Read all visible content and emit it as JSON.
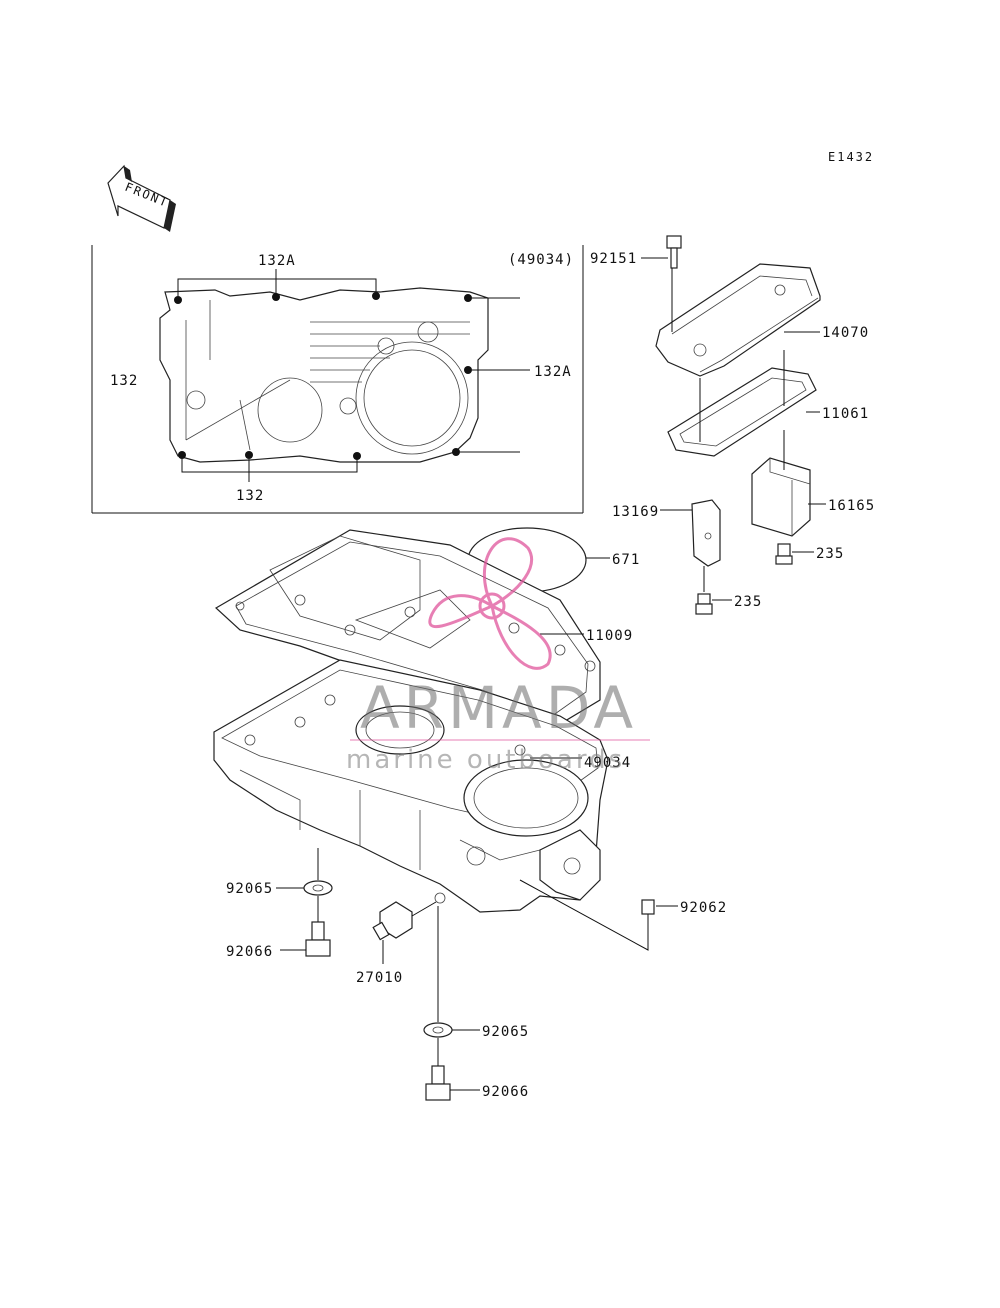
{
  "diagram_code": "E1432",
  "front_arrow_text": "FRONT",
  "inset_ref": "(49034)",
  "labels": {
    "l132A_top": "132A",
    "l132A_right": "132A",
    "l132_left": "132",
    "l132_bottom": "132",
    "l92151": "92151",
    "l14070": "14070",
    "l11061": "11061",
    "l16165": "16165",
    "l13169": "13169",
    "l235_right": "235",
    "l235_mid": "235",
    "l671": "671",
    "l11009": "11009",
    "l49034": "49034",
    "l92065_left": "92065",
    "l92066_left": "92066",
    "l27010": "27010",
    "l92062": "92062",
    "l92065_bottom": "92065",
    "l92066_bottom": "92066"
  },
  "watermark": {
    "brand": "ARMADA",
    "tagline": "marine outboards",
    "logo_color": "#e0559b"
  }
}
